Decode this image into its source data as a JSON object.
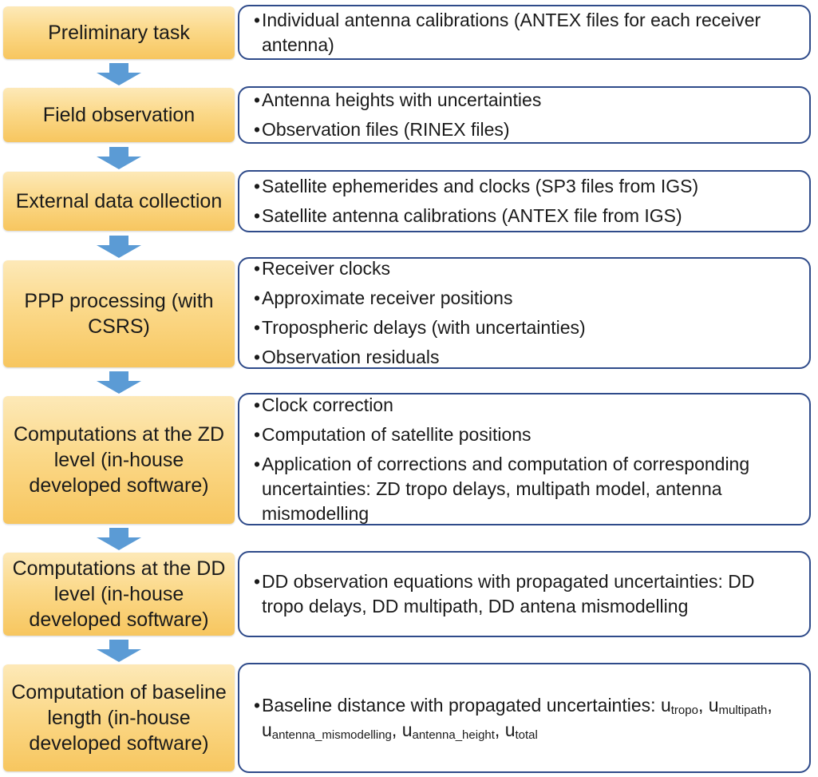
{
  "bullet_glyph": "•",
  "arrow_color": "#5b9bd5",
  "steps": [
    {
      "title": "Preliminary task",
      "items": [
        "Individual antenna calibrations (ANTEX files for each receiver antenna)"
      ]
    },
    {
      "title": "Field observation",
      "items": [
        "Antenna heights with uncertainties",
        "Observation files (RINEX files)"
      ]
    },
    {
      "title": "External data collection",
      "items": [
        "Satellite ephemerides and clocks (SP3 files from IGS)",
        "Satellite antenna calibrations (ANTEX file from IGS)"
      ]
    },
    {
      "title": "PPP processing (with CSRS)",
      "items": [
        "Receiver clocks",
        "Approximate receiver positions",
        "Tropospheric delays (with uncertainties)",
        "Observation residuals"
      ]
    },
    {
      "title": "Computations at the ZD level (in-house developed software)",
      "items": [
        "Clock correction",
        "Computation of satellite positions",
        "Application of corrections and computation of corresponding uncertainties: ZD tropo delays, multipath model, antenna mismodelling"
      ]
    },
    {
      "title": "Computations at the DD level (in-house developed software)",
      "items": [
        "DD observation equations with propagated uncertainties: DD tropo delays, DD multipath, DD antena mismodelling"
      ]
    },
    {
      "title": "Computation of baseline length (in-house developed software)",
      "items": [
        "Baseline distance with propagated uncertainties:"
      ],
      "symbol_base": "u",
      "symbols": [
        "tropo",
        "multipath",
        "antenna_mismodelling",
        "antenna_height",
        "total"
      ],
      "symbol_separator": ","
    }
  ]
}
